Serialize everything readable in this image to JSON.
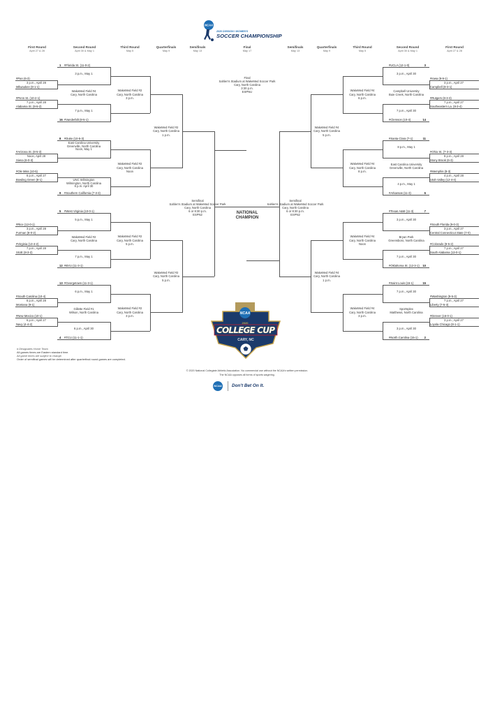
{
  "header": {
    "logo_badge": "NCAA",
    "logo_sub": "2020 DIVISION I WOMEN'S",
    "logo_title": "SOCCER CHAMPIONSHIP"
  },
  "rounds": [
    {
      "label": "First Round",
      "date": "April 27 & 28"
    },
    {
      "label": "Second Round",
      "date": "April 30 & May 1"
    },
    {
      "label": "Third Round",
      "date": "May 5"
    },
    {
      "label": "Quarterfinals",
      "date": "May 9"
    },
    {
      "label": "Semifinals",
      "date": "May 13"
    },
    {
      "label": "Final",
      "date": "May 17"
    },
    {
      "label": "Semifinals",
      "date": "May 13"
    },
    {
      "label": "Quarterfinals",
      "date": "May 9"
    },
    {
      "label": "Third Round",
      "date": "May 5"
    },
    {
      "label": "Second Round",
      "date": "April 30 & May 1"
    },
    {
      "label": "First Round",
      "date": "April 27 & 28"
    }
  ],
  "left": {
    "quadrants": [
      {
        "top": {
          "seed": "1",
          "team": "#Florida St. (11-0-2)"
        },
        "r2_top": [
          "3 p.m., May 1"
        ],
        "first_round": [
          {
            "team1": "#Pan (6-3)",
            "time": "3 p.m., April 28",
            "team2": "Milwaukee (8-1-1)"
          },
          {
            "team1": "#Penn St. (10-2-1)",
            "time": "7 p.m., April 28",
            "team2": "Alabama St. (8-5-2)"
          }
        ],
        "venue": [
          "WakeMed Field #4",
          "Cary, North Carolina"
        ],
        "r2_bottom": [
          "7 p.m., May 1"
        ],
        "bottom": {
          "seed": "16",
          "team": "#Vanderbilt (8-5-1)"
        },
        "third_round": [
          "WakeMed Field #2",
          "Cary, North Carolina",
          "3 p.m."
        ]
      },
      {
        "top": {
          "seed": "8",
          "team": "#Duke (10-5-3)"
        },
        "r2_top": [
          "East Carolina University",
          "Greenville, North Carolina",
          "Noon, May 1"
        ],
        "first_round": [
          {
            "team1": "#Arizona St. (8-5-3)",
            "time": "Noon, April 28",
            "team2": "Siena (6-0-3)"
          },
          {
            "team1": "#Ole Miss (10-5)",
            "time": "6 p.m., April 27",
            "team2": "Bowling Green (8-1)"
          }
        ],
        "venue": [],
        "r2_bottom": [
          "UNC Wilmington",
          "Wilmington, North Carolina",
          "6 p.m. April 30"
        ],
        "bottom": {
          "seed": "9",
          "team": "#Southern California (7-3-3)"
        },
        "third_round": [
          "WakeMed Field #2",
          "Cary, North Carolina",
          "Noon"
        ]
      },
      {
        "top": {
          "seed": "5",
          "team": "#West Virginia (10-0-1)"
        },
        "r2_top": [
          "5 p.m., May 1"
        ],
        "first_round": [
          {
            "team1": "#Rice (12-0-1)",
            "time": "3 p.m., April 28",
            "team2": "Furman (8-0-2)"
          },
          {
            "team1": "#Virginia (13-4-2)",
            "time": "7 p.m., April 28",
            "team2": "SIUE (8-3-2)"
          }
        ],
        "venue": [
          "WakeMed Field #2",
          "Cary, North Carolina"
        ],
        "r2_bottom": [
          "7 p.m., May 1"
        ],
        "bottom": {
          "seed": "12",
          "team": "#BYU (11-3-1)"
        },
        "third_round": [
          "WakeMed Field #2",
          "Cary, North Carolina",
          "5 p.m."
        ]
      },
      {
        "top": {
          "seed": "13",
          "team": "#Georgetown (11-3-1)"
        },
        "r2_top": [
          "6 p.m., May 1"
        ],
        "first_round": [
          {
            "team1": "#South Carolina (10-4)",
            "time": "6 p.m., April 28",
            "team2": "Montana (9-1)"
          },
          {
            "team1": "#New Mexico (10-1)",
            "time": "6 p.m., April 27",
            "team2": "Navy (4-4-2)"
          }
        ],
        "venue": [
          "Gillette Field #1",
          "Wilson, North Carolina"
        ],
        "r2_bottom": [
          "6 p.m., April 30"
        ],
        "bottom": {
          "seed": "4",
          "team": "#TCU (11-1-1)"
        },
        "third_round": [
          "WakeMed Field #2",
          "Cary, North Carolina",
          "3 p.m."
        ]
      }
    ],
    "quarterfinals": [
      [
        "WakeMed Field #2",
        "Cary, North Carolina",
        "1 p.m."
      ],
      [
        "WakeMed Field #2",
        "Cary, North Carolina",
        "5 p.m."
      ]
    ],
    "semifinal": [
      "Semifinal",
      "Sahlen's Stadium at WakeMed Soccer Park",
      "Cary, North Carolina",
      "6 or 8:30 p.m.",
      "ESPN2"
    ]
  },
  "right": {
    "quadrants": [
      {
        "top": {
          "seed": "3",
          "team": "#UCLA (12-1-0)"
        },
        "r2_top": [
          "3 p.m., April 30"
        ],
        "first_round": [
          {
            "team1": "#Iowa (8-9-1)",
            "time": "3 p.m., April 27",
            "team2": "Campbell (8-3-1)"
          },
          {
            "team1": "#Rutgers (8-3-3)",
            "time": "7 p.m., April 27",
            "team2": "Southeastern La. (8-3-4)"
          }
        ],
        "venue": [
          "Campbell University",
          "Buie Creek, North Carolina"
        ],
        "r2_bottom": [
          "7 p.m., April 30"
        ],
        "bottom": {
          "seed": "14",
          "team": "#Clemson (10-4)"
        },
        "third_round": [
          "WakeMed Field #4",
          "Cary, North Carolina",
          "6 p.m."
        ]
      },
      {
        "top": {
          "seed": "11",
          "team": "#Santa Clara (7-1)"
        },
        "r2_top": [
          "8 p.m., May 1"
        ],
        "first_round": [
          {
            "team1": "#Ohio St. (7-3-3)",
            "time": "8 p.m., April 28",
            "team2": "Stony Brook (6-3)"
          },
          {
            "team1": "#Memphis (8-3)",
            "time": "4 p.m., April 28",
            "team2": "Utah Valley (12-4-4)"
          }
        ],
        "venue": [
          "East Carolina University",
          "Greenville, North Carolina"
        ],
        "r2_bottom": [
          "4 p.m., May 1"
        ],
        "bottom": {
          "seed": "6",
          "team": "#Arkansas (11-3)"
        },
        "third_round": [
          "WakeMed Field #4",
          "Cary, North Carolina",
          "8 p.m."
        ]
      },
      {
        "top": {
          "seed": "7",
          "team": "#Texas A&M (11-3)"
        },
        "r2_top": [
          "3 p.m., April 30"
        ],
        "first_round": [
          {
            "team1": "#South Florida (9-0-3)",
            "time": "3 p.m., April 27",
            "team2": "Central Connecticut State (7-0)"
          },
          {
            "team1": "#Colorado (8-5-2)",
            "time": "7 p.m., April 27",
            "team2": "South Alabama (13-0-1)"
          }
        ],
        "venue": [
          "Bryan Park",
          "Greensboro, North Carolina"
        ],
        "r2_bottom": [
          "7 p.m., April 30"
        ],
        "bottom": {
          "seed": "10",
          "team": "#Oklahoma St. (12-3-1)"
        },
        "third_round": [
          "WakeMed Field #4",
          "Cary, North Carolina",
          "Noon"
        ]
      },
      {
        "top": {
          "seed": "15",
          "team": "#Saint Louis (15-1)"
        },
        "r2_top": [
          "7 p.m., April 30"
        ],
        "first_round": [
          {
            "team1": "#Washington (9-5-3)",
            "time": "7 p.m., April 27",
            "team2": "Liberty (7-5-3)"
          },
          {
            "team1": "#Denver (16-0-1)",
            "time": "3 p.m., April 27",
            "team2": "Loyola Chicago (8-1-1)"
          }
        ],
        "venue": [
          "Sportsplex",
          "Matthews, North Carolina"
        ],
        "r2_bottom": [
          "3 p.m., April 30"
        ],
        "bottom": {
          "seed": "2",
          "team": "#North Carolina (15-1)"
        },
        "third_round": [
          "WakeMed Field #4",
          "Cary, North Carolina",
          "3 p.m."
        ]
      }
    ],
    "quarterfinals": [
      [
        "WakeMed Field #4",
        "Cary, North Carolina",
        "5 p.m."
      ],
      [
        "WakeMed Field #4",
        "Cary, North Carolina",
        "1 p.m."
      ]
    ],
    "semifinal": [
      "Semifinal",
      "Sahlen's Stadium at WakeMed Soccer Park",
      "Cary, North Carolina",
      "6 or 8:30 p.m.",
      "ESPN2"
    ]
  },
  "final": [
    "Final",
    "Sahlen's Stadium at WakeMed Soccer Park",
    "Cary, North Carolina",
    "3:30 p.m.",
    "ESPNU"
  ],
  "champion": [
    "NATIONAL",
    "CHAMPION"
  ],
  "college_cup_logo": {
    "badge": "NCAA",
    "year": "2020",
    "title": "COLLEGE CUP",
    "location": "CARY, NC"
  },
  "notes": [
    "# Designates Home Team",
    "All games times are Eastern standard time.",
    "All game times are subject to change.",
    "Order of semifinal games will be determined after quarterfinal round games are completed."
  ],
  "footer": {
    "copyright": "© 2020 National Collegiate Athletic Association. No commercial use without the NCAA's written permission.",
    "wagering": "The NCAA opposes all forms of sports wagering.",
    "badge": "NCAA",
    "slogan": "Don't Bet On It."
  },
  "colors": {
    "navy": "#1b3a6b",
    "ncaa_blue": "#1f6fb5",
    "gold": "#c9a54a",
    "red": "#c8202f"
  }
}
